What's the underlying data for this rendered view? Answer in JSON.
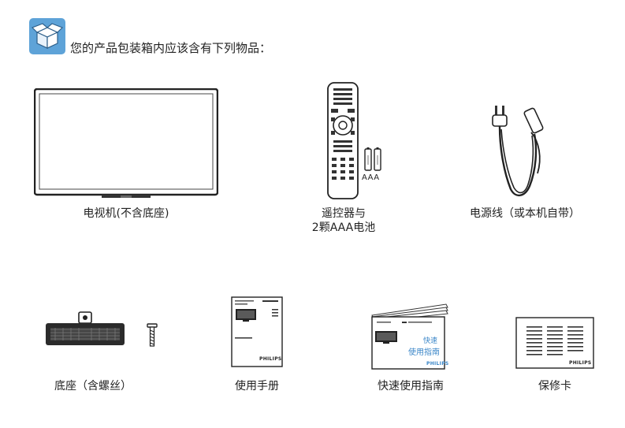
{
  "header": {
    "text": "您的产品包装箱内应该含有下列物品："
  },
  "items": [
    {
      "label": "电视机(不含底座)"
    },
    {
      "label_line1": "遥控器与",
      "label_line2": "2颗AAA电池",
      "battery_label": "AAA"
    },
    {
      "label": "电源线（或本机自带）"
    },
    {
      "label": "底座（含螺丝）"
    },
    {
      "label": "使用手册",
      "brand": "PHILIPS"
    },
    {
      "label": "快速使用指南",
      "brand": "PHILIPS",
      "title_line1": "快速",
      "title_line2": "使用指南"
    },
    {
      "label": "保修卡",
      "brand": "PHILIPS"
    }
  ],
  "colors": {
    "box_icon_bg": "#5ea3d8",
    "accent_blue": "#3a86c8",
    "line": "#333333"
  }
}
